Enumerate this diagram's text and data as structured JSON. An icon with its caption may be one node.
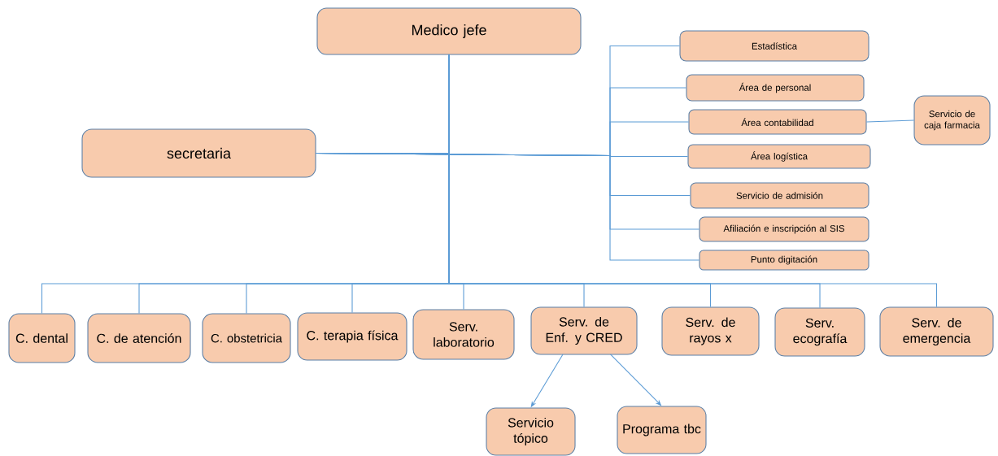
{
  "diagram": {
    "nodes": [
      {
        "text": [
          "Medico jefe"
        ]
      },
      {
        "text": [
          "secretaria"
        ]
      },
      {
        "text": [
          "Estadística"
        ]
      },
      {
        "text": [
          "Área de personal"
        ]
      },
      {
        "text": [
          "Área contabilidad"
        ]
      },
      {
        "text": [
          "Servicio de caja farmacia"
        ]
      },
      {
        "text": [
          "Área logística"
        ]
      },
      {
        "text": [
          "Servicio de admisión"
        ]
      },
      {
        "text": [
          "Afiliación e inscripción al SIS"
        ]
      },
      {
        "text": [
          "Punto digitación"
        ]
      },
      {
        "text": [
          "C. dental"
        ]
      },
      {
        "text": [
          "C. de atención"
        ]
      },
      {
        "text": [
          "C. obstetricia"
        ]
      },
      {
        "text": [
          "C. terapia física"
        ]
      },
      {
        "text": [
          "Serv. laboratorio"
        ]
      },
      {
        "text": [
          "Serv. de Enf. y CRED"
        ]
      },
      {
        "text": [
          "Serv. de rayos x"
        ]
      },
      {
        "text": [
          "Serv. ecografía"
        ]
      },
      {
        "text": [
          "Serv. de emergencia"
        ]
      },
      {
        "text": [
          "Servicio tópico"
        ]
      },
      {
        "text": [
          "Programa tbc"
        ]
      }
    ],
    "edges": [
      {
        "from": 0,
        "to": 1,
        "arrow": "none"
      },
      {
        "from": 1,
        "to": 2,
        "arrow": "none"
      },
      {
        "from": 1,
        "to": 3,
        "arrow": "none"
      },
      {
        "from": 1,
        "to": 4,
        "arrow": "none"
      },
      {
        "from": 1,
        "to": 6,
        "arrow": "none"
      },
      {
        "from": 1,
        "to": 7,
        "arrow": "none"
      },
      {
        "from": 1,
        "to": 8,
        "arrow": "none"
      },
      {
        "from": 1,
        "to": 9,
        "arrow": "none"
      },
      {
        "from": 4,
        "to": 5,
        "arrow": "none"
      },
      {
        "from": 0,
        "to": 10,
        "arrow": "none"
      },
      {
        "from": 0,
        "to": 11,
        "arrow": "none"
      },
      {
        "from": 0,
        "to": 12,
        "arrow": "none"
      },
      {
        "from": 0,
        "to": 13,
        "arrow": "none"
      },
      {
        "from": 0,
        "to": 14,
        "arrow": "none"
      },
      {
        "from": 0,
        "to": 15,
        "arrow": "none"
      },
      {
        "from": 0,
        "to": 16,
        "arrow": "none"
      },
      {
        "from": 0,
        "to": 17,
        "arrow": "none"
      },
      {
        "from": 0,
        "to": 18,
        "arrow": "none"
      },
      {
        "from": 15,
        "to": 19,
        "arrow": "to"
      },
      {
        "from": 15,
        "to": 20,
        "arrow": "to"
      }
    ]
  }
}
